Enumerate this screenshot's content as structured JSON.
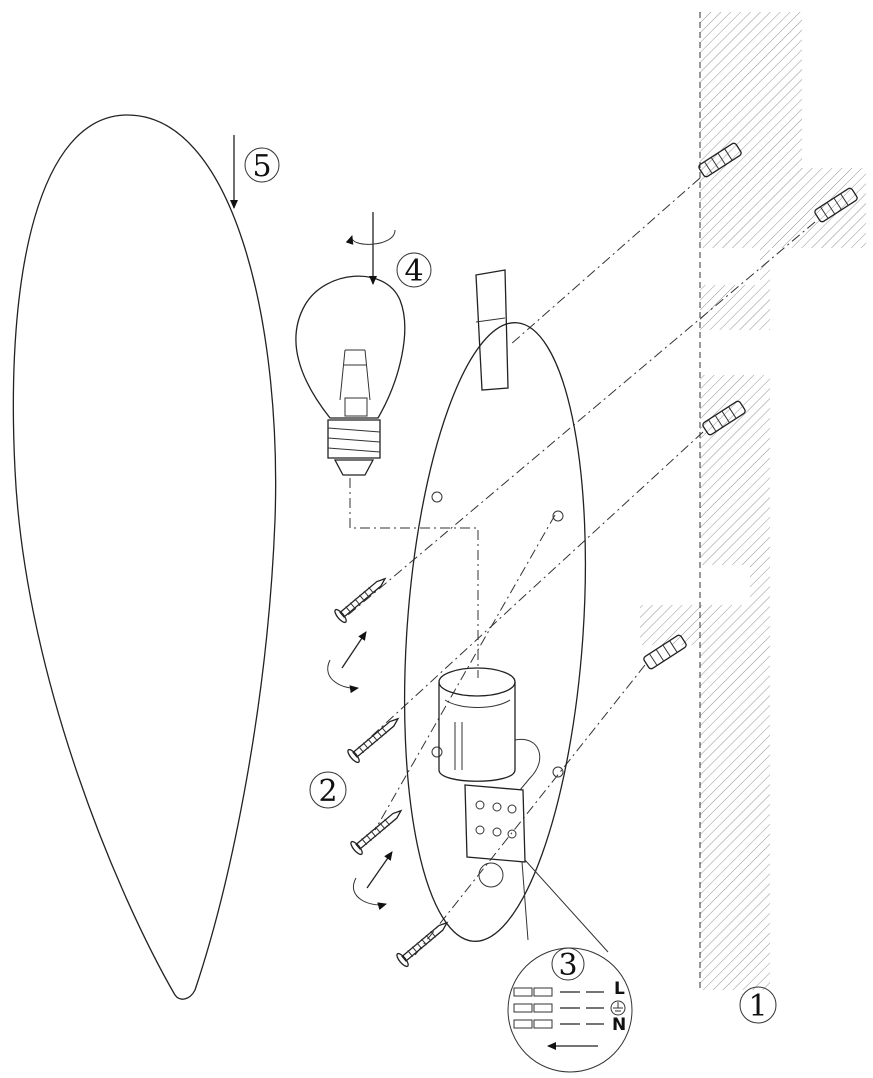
{
  "callouts": {
    "wall": "1",
    "screws": "2",
    "wiring": "3",
    "bulb": "4",
    "shade": "5"
  },
  "terminal_labels": {
    "live": "L",
    "neutral": "N"
  }
}
